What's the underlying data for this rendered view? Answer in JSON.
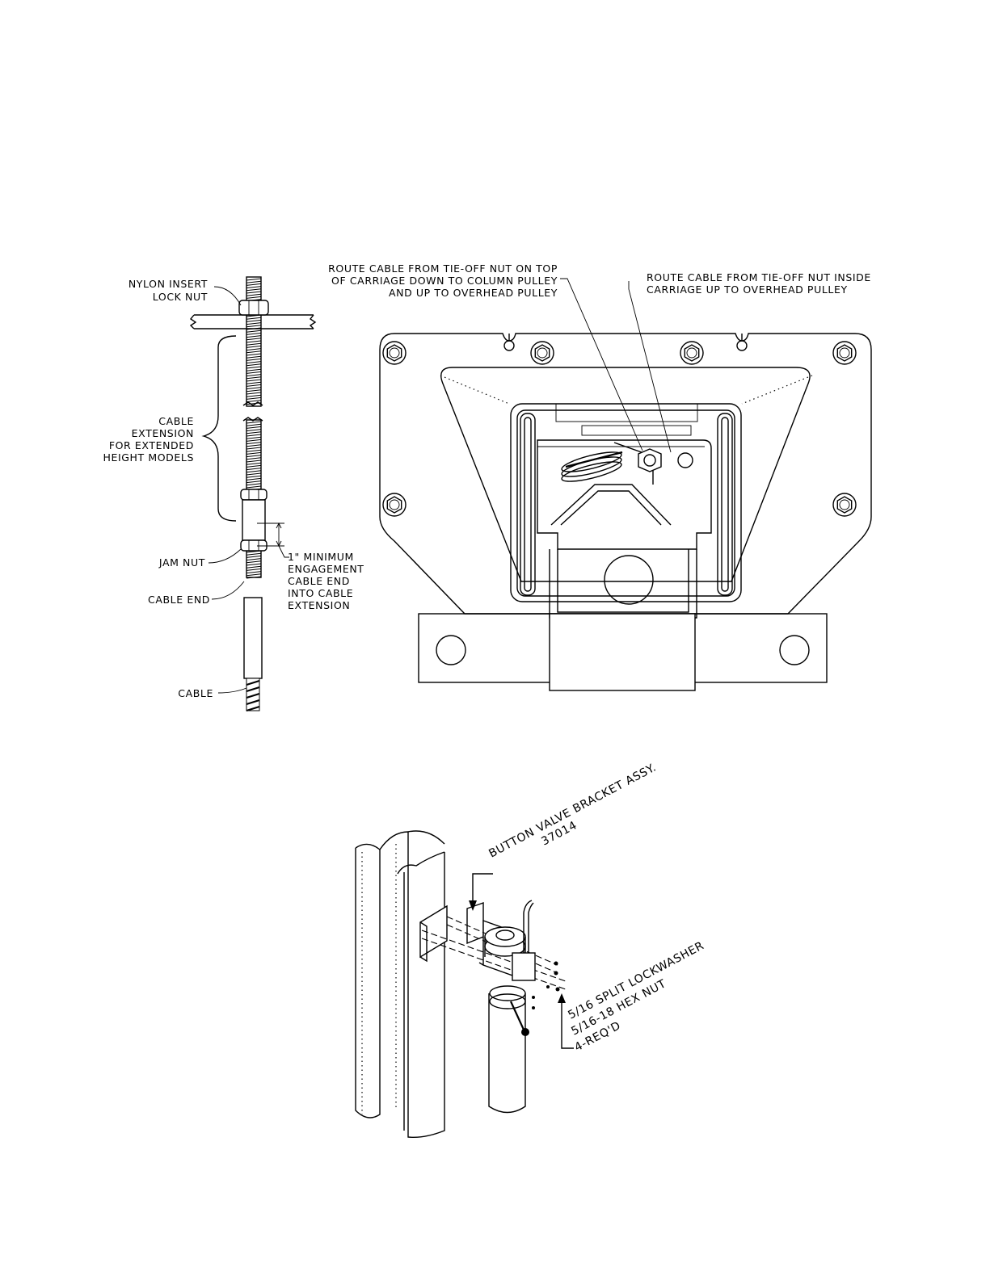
{
  "diagram": {
    "cable_detail": {
      "nylon_insert_lock_nut": [
        "NYLON INSERT",
        "LOCK NUT"
      ],
      "cable_extension": [
        "CABLE",
        "EXTENSION",
        "FOR EXTENDED",
        "HEIGHT MODELS"
      ],
      "jam_nut": "JAM NUT",
      "minimum_engagement": [
        "1\" MINIMUM",
        "ENGAGEMENT",
        "CABLE END",
        "INTO CABLE",
        "EXTENSION"
      ],
      "cable_end": "CABLE END",
      "cable": "CABLE"
    },
    "carriage_view": {
      "route_top": [
        "ROUTE CABLE FROM TIE-OFF NUT ON TOP",
        "OF CARRIAGE DOWN TO COLUMN PULLEY",
        "AND UP TO OVERHEAD PULLEY"
      ],
      "route_inside": [
        "ROUTE CABLE FROM TIE-OFF NUT INSIDE",
        "CARRIAGE UP TO OVERHEAD PULLEY"
      ]
    },
    "valve_view": {
      "bracket_label": [
        "BUTTON VALVE BRACKET ASSY.",
        "37014"
      ],
      "hardware_label": [
        "5/16 SPLIT LOCKWASHER",
        "5/16-18 HEX NUT",
        "4-REQ'D"
      ]
    }
  }
}
